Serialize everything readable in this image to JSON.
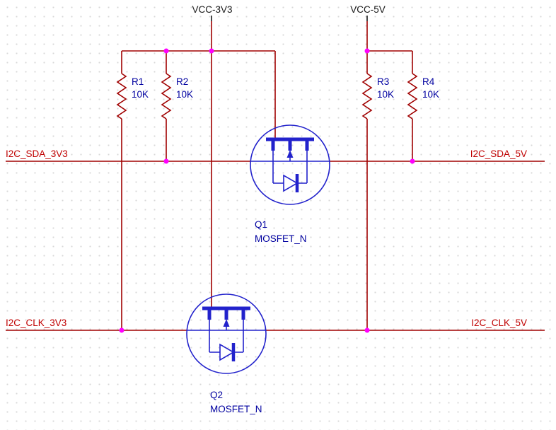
{
  "colors": {
    "wire": "#A00000",
    "junction": "#FF00FF",
    "symbol": "#2222CC",
    "designator": "#0000A0",
    "net_label": "#C00000",
    "power_label": "#1A1A1A",
    "grid_dot": "#D8D8D8",
    "background": "#FFFFFF"
  },
  "power": {
    "vcc_3v3": "VCC-3V3",
    "vcc_5v": "VCC-5V"
  },
  "resistors": [
    {
      "ref": "R1",
      "value": "10K"
    },
    {
      "ref": "R2",
      "value": "10K"
    },
    {
      "ref": "R3",
      "value": "10K"
    },
    {
      "ref": "R4",
      "value": "10K"
    }
  ],
  "transistors": [
    {
      "ref": "Q1",
      "part": "MOSFET_N"
    },
    {
      "ref": "Q2",
      "part": "MOSFET_N"
    }
  ],
  "nets": {
    "sda_3v3": "I2C_SDA_3V3",
    "sda_5v": "I2C_SDA_5V",
    "clk_3v3": "I2C_CLK_3V3",
    "clk_5v": "I2C_CLK_5V"
  }
}
